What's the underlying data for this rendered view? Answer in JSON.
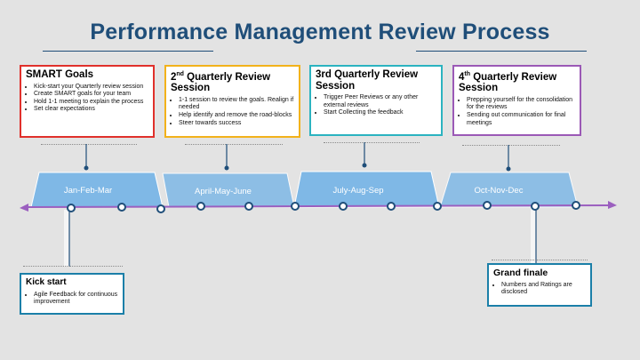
{
  "title": "Performance Management Review Process",
  "boxes": {
    "q1": {
      "title": "SMART Goals",
      "items": [
        "Kick-start your Quarterly review session",
        "Create SMART goals for your team",
        "Hold 1-1 meeting to explain the process",
        "Set clear expectations"
      ]
    },
    "q2": {
      "title_num": "2",
      "title_sup": "nd",
      "title_rest": " Quarterly Review Session",
      "items": [
        "1-1 session to review the goals. Realign if needed",
        "Help identify and remove the road-blocks",
        "Steer towards success"
      ]
    },
    "q3": {
      "title": "3rd Quarterly Review Session",
      "items": [
        "Trigger Peer Reviews or any other external reviews",
        "Start Collecting the feedback"
      ]
    },
    "q4": {
      "title_num": "4",
      "title_sup": "th",
      "title_rest": " Quarterly Review Session",
      "items": [
        "Prepping yourself for the consolidation for the reviews",
        "Sending out communication for final meetings"
      ]
    },
    "kick": {
      "title": "Kick start",
      "items": [
        "Agile Feedback for continuous improvement"
      ]
    },
    "finale": {
      "title": "Grand finale",
      "items": [
        "Numbers and Ratings are disclosed"
      ]
    }
  },
  "quarters": [
    "Jan-Feb-Mar",
    "April-May-June",
    "July-Aug-Sep",
    "Oct-Nov-Dec"
  ],
  "colors": {
    "title": "#1f4e79",
    "q1_border": "#e0302b",
    "q2_border": "#f2b21b",
    "q3_border": "#2bb3c0",
    "q4_border": "#9b59b6",
    "kick_border": "#1b7fa8",
    "finale_border": "#1b7fa8",
    "timeline": "#9b5fbf",
    "trapezoid": "#7fb8e6"
  }
}
